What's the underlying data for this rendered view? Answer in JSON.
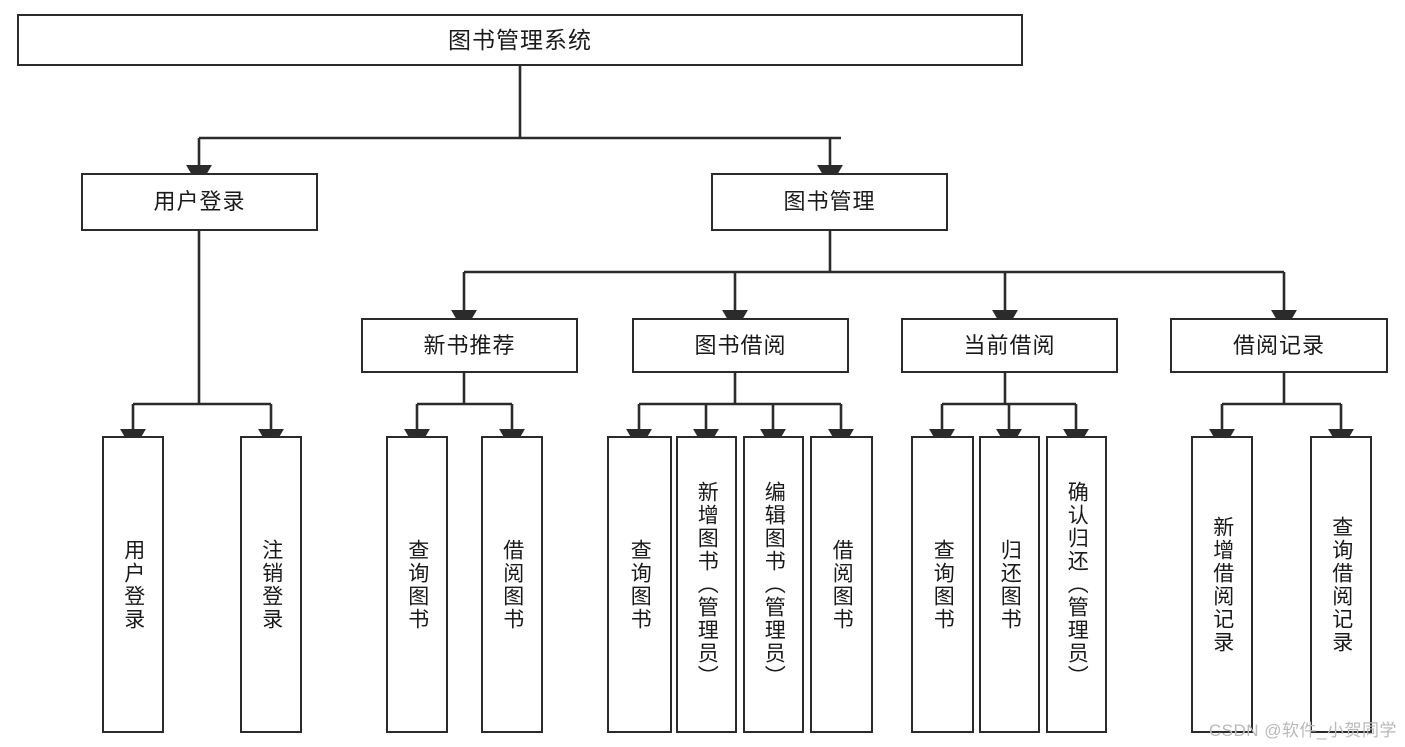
{
  "diagram": {
    "title": "图书管理系统",
    "type": "functional-structure-tree",
    "root": {
      "label": "图书管理系统"
    },
    "level1": [
      {
        "label": "用户登录"
      },
      {
        "label": "图书管理"
      }
    ],
    "level2": [
      {
        "label": "新书推荐"
      },
      {
        "label": "图书借阅"
      },
      {
        "label": "当前借阅"
      },
      {
        "label": "借阅记录"
      }
    ],
    "leaves": [
      {
        "label": "用户登录",
        "parent": "用户登录"
      },
      {
        "label": "注销登录",
        "parent": "用户登录"
      },
      {
        "label": "查询图书",
        "parent": "新书推荐"
      },
      {
        "label": "借阅图书",
        "parent": "新书推荐"
      },
      {
        "label": "查询图书",
        "parent": "图书借阅"
      },
      {
        "label": "新增图书（管理员）",
        "parent": "图书借阅"
      },
      {
        "label": "编辑图书（管理员）",
        "parent": "图书借阅"
      },
      {
        "label": "借阅图书",
        "parent": "图书借阅"
      },
      {
        "label": "查询图书",
        "parent": "当前借阅"
      },
      {
        "label": "归还图书",
        "parent": "当前借阅"
      },
      {
        "label": "确认归还（管理员）",
        "parent": "当前借阅"
      },
      {
        "label": "新增借阅记录",
        "parent": "借阅记录"
      },
      {
        "label": "查询借阅记录",
        "parent": "借阅记录"
      }
    ]
  },
  "watermark": {
    "text": "CSDN @软件_小贺同学"
  },
  "colors": {
    "stroke": "#2b2b2b",
    "fill": "#ffffff",
    "text": "#1a1a1a",
    "watermark": "#b9b9b9"
  }
}
